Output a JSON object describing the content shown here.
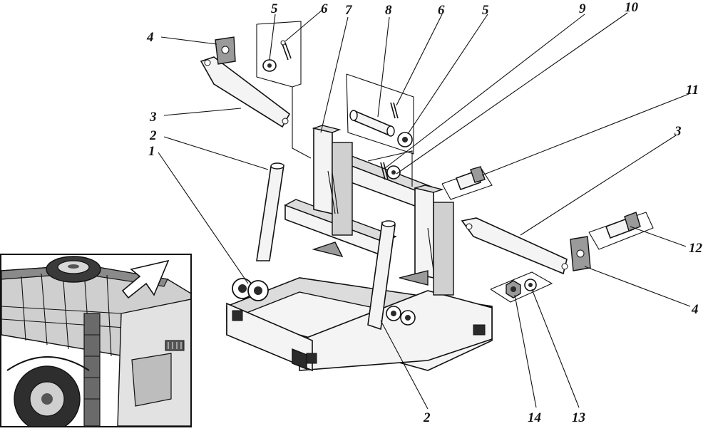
{
  "callouts": [
    {
      "id": "c4a",
      "text": "4"
    },
    {
      "id": "c5a",
      "text": "5"
    },
    {
      "id": "c6a",
      "text": "6"
    },
    {
      "id": "c7",
      "text": "7"
    },
    {
      "id": "c8",
      "text": "8"
    },
    {
      "id": "c6b",
      "text": "6"
    },
    {
      "id": "c5b",
      "text": "5"
    },
    {
      "id": "c9",
      "text": "9"
    },
    {
      "id": "c10",
      "text": "10"
    },
    {
      "id": "c11",
      "text": "11"
    },
    {
      "id": "c3a",
      "text": "3"
    },
    {
      "id": "c3b",
      "text": "3"
    },
    {
      "id": "c2a",
      "text": "2"
    },
    {
      "id": "c1",
      "text": "1"
    },
    {
      "id": "c12",
      "text": "12"
    },
    {
      "id": "c4b",
      "text": "4"
    },
    {
      "id": "c2b",
      "text": "2"
    },
    {
      "id": "c14",
      "text": "14"
    },
    {
      "id": "c13",
      "text": "13"
    }
  ]
}
